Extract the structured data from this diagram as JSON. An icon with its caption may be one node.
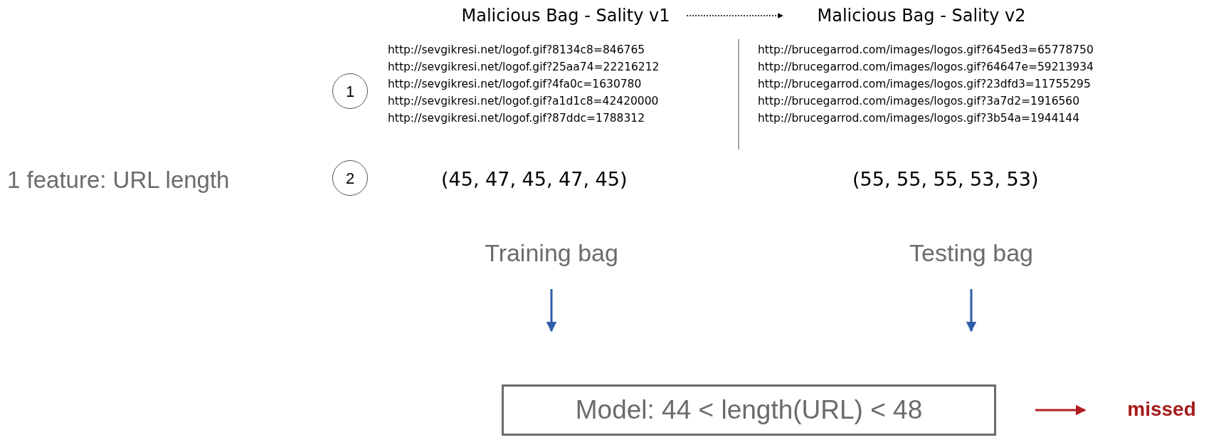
{
  "diagram": {
    "nodes": [
      {
        "text": [
          "Malicious Bag - Sality v1"
        ]
      },
      {
        "text": [
          "Malicious Bag - Sality v2"
        ]
      },
      {
        "text": [
          "1"
        ]
      },
      {
        "text": [
          "2"
        ]
      },
      {
        "text": [
          "Training bag"
        ]
      },
      {
        "text": [
          "Testing bag"
        ]
      },
      {
        "text": [
          "Model: 44 < length(URL) < 48"
        ]
      },
      {
        "text": [
          "missed"
        ]
      }
    ],
    "edges": [
      {
        "from": 0,
        "to": 1,
        "arrow": "to",
        "style": "dashed",
        "color": "#000000"
      },
      {
        "from": 4,
        "to": 6,
        "arrow": "to"
      },
      {
        "from": 5,
        "to": 6,
        "arrow": "to"
      },
      {
        "from": 6,
        "to": 7,
        "arrow": "to",
        "color": "#b01e1e"
      }
    ],
    "labels": [
      "http://sevgikresi.net/logof.gif?8134c8=846765",
      "http://sevgikresi.net/logof.gif?25aa74=22216212",
      "http://sevgikresi.net/logof.gif?4fa0c=1630780",
      "http://sevgikresi.net/logof.gif?a1d1c8=42420000",
      "http://sevgikresi.net/logof.gif?87ddc=1788312",
      "http://brucegarrod.com/images/logos.gif?645ed3=65778750",
      "http://brucegarrod.com/images/logos.gif?64647e=59213934",
      "http://brucegarrod.com/images/logos.gif?23dfd3=11755295",
      "http://brucegarrod.com/images/logos.gif?3a7d2=1916560",
      "http://brucegarrod.com/images/logos.gif?3b54a=1944144",
      "1 feature: URL length",
      "(45, 47, 45, 47, 45)",
      "(55, 55, 55, 53, 53)"
    ]
  }
}
